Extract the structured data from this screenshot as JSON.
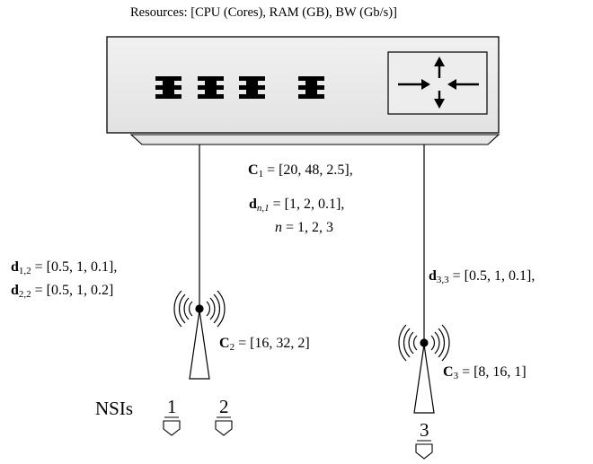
{
  "header": {
    "resources": "Resources: [CPU (Cores), RAM (GB),  BW (Gb/s)]"
  },
  "center": {
    "c1": {
      "sym": "C",
      "sub": "1",
      "value": " = [20, 48, 2.5],"
    },
    "dn1": {
      "sym": "d",
      "sub": "n,1",
      "value": " = [1, 2, 0.1],"
    },
    "n_line": {
      "sym": "n",
      "value": " = 1, 2, 3"
    }
  },
  "left_node": {
    "d12": {
      "sym": "d",
      "sub": "1,2",
      "value": " = [0.5, 1, 0.1],"
    },
    "d22": {
      "sym": "d",
      "sub": "2,2",
      "value": " = [0.5, 1, 0.2]"
    },
    "c2": {
      "sym": "C",
      "sub": "2",
      "value": " = [16, 32, 2]"
    }
  },
  "right_node": {
    "d33": {
      "sym": "d",
      "sub": "3,3",
      "value": " = [0.5, 1, 0.1],"
    },
    "c3": {
      "sym": "C",
      "sub": "3",
      "value": " = [8, 16, 1]"
    }
  },
  "nsis": {
    "label": "NSIs",
    "items": [
      "1",
      "2",
      "3"
    ]
  }
}
